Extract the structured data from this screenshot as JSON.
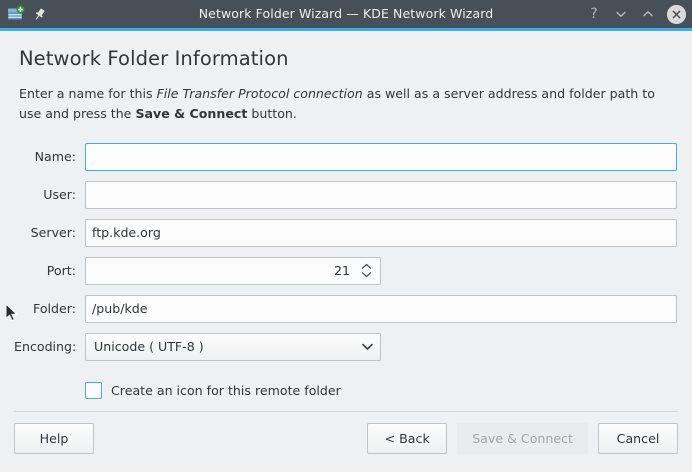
{
  "titlebar": {
    "title": "Network Folder Wizard — KDE Network Wizard",
    "app_icon": "network-folder-add-icon",
    "pin_icon": "pin-icon",
    "help_label": "?",
    "minimize_icon": "chevron-down-icon",
    "maximize_icon": "chevron-up-icon",
    "close_icon": "close-icon",
    "bg_color": "#475057",
    "accent_color": "#3daee9"
  },
  "page": {
    "title": "Network Folder Information",
    "description": {
      "part1": "Enter a name for this ",
      "italic": "File Transfer Protocol connection",
      "part2": " as well as a server address and folder path to use and press the ",
      "bold": "Save & Connect",
      "part3": " button."
    }
  },
  "form": {
    "name": {
      "label": "Name:",
      "value": "",
      "placeholder": "",
      "focused": true
    },
    "user": {
      "label": "User:",
      "value": "",
      "placeholder": ""
    },
    "server": {
      "label": "Server:",
      "value": "ftp.kde.org",
      "placeholder": ""
    },
    "port": {
      "label": "Port:",
      "value": "21",
      "spin_up_icon": "chevron-up-icon",
      "spin_down_icon": "chevron-down-icon"
    },
    "folder": {
      "label": "Folder:",
      "value": "/pub/kde",
      "placeholder": ""
    },
    "encoding": {
      "label": "Encoding:",
      "value": "Unicode ( UTF-8 )",
      "dropdown_icon": "chevron-down-icon"
    },
    "create_icon": {
      "label": "Create an icon for this remote folder",
      "checked": true
    }
  },
  "footer": {
    "help": "Help",
    "back": "< Back",
    "save_connect": "Save & Connect",
    "cancel": "Cancel"
  },
  "colors": {
    "accent": "#3daee9",
    "text": "#31363b",
    "window_bg": "#eff0f1",
    "field_bg": "#fcfcfc",
    "border": "#bdc3c7",
    "disabled_text": "#9fa6ab"
  }
}
